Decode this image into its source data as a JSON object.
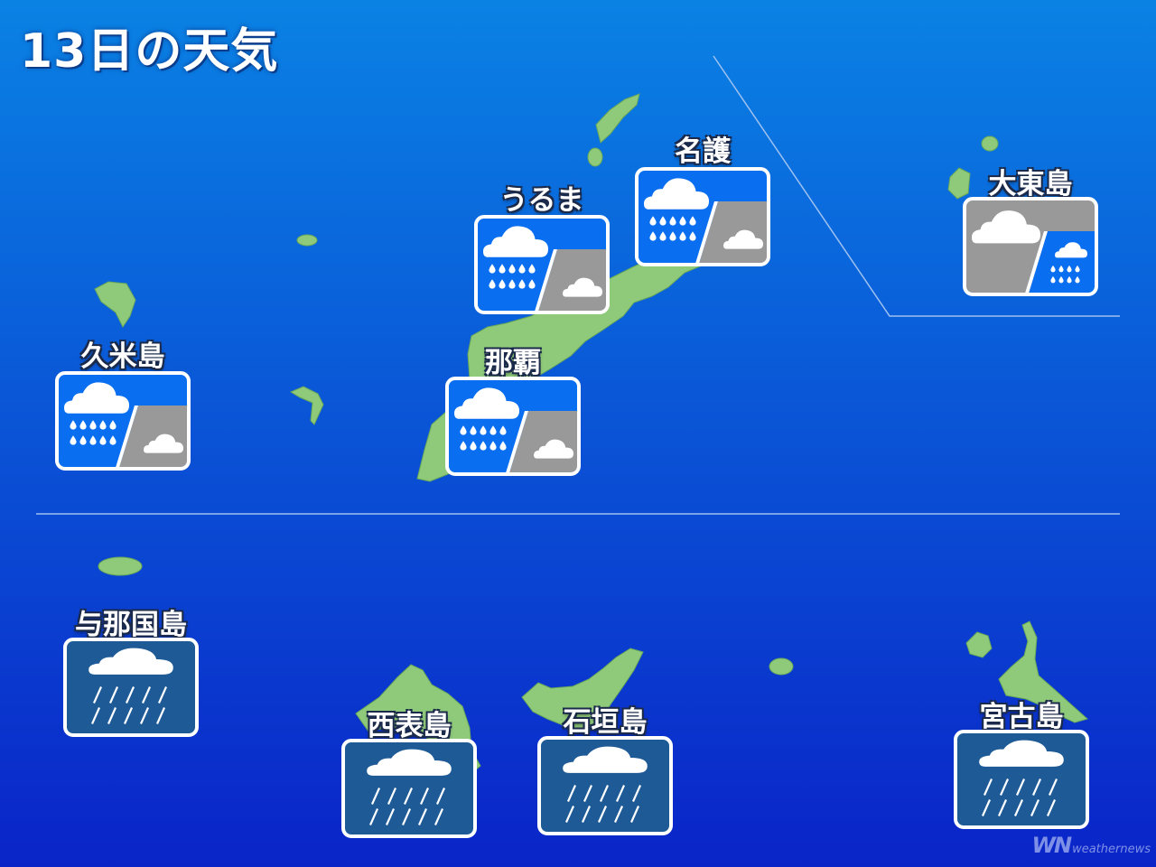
{
  "title": "13日の天気",
  "colors": {
    "sea_top": "#0a82e4",
    "sea_bottom": "#0a24c8",
    "land": "#8fc97a",
    "rain_blue": "#0a6ef0",
    "cloudy_gray": "#999999",
    "heavy_rain_navy": "#1e5a96"
  },
  "locations": [
    {
      "name": "名護",
      "weather": "rain-then-cloudy"
    },
    {
      "name": "うるま",
      "weather": "rain-then-cloudy"
    },
    {
      "name": "那覇",
      "weather": "rain-then-cloudy"
    },
    {
      "name": "久米島",
      "weather": "rain-then-cloudy"
    },
    {
      "name": "大東島",
      "weather": "cloudy-then-rain"
    },
    {
      "name": "与那国島",
      "weather": "heavy-rain"
    },
    {
      "name": "西表島",
      "weather": "heavy-rain"
    },
    {
      "name": "石垣島",
      "weather": "heavy-rain"
    },
    {
      "name": "宮古島",
      "weather": "heavy-rain"
    }
  ],
  "watermark": {
    "logo": "WN",
    "text": "weathernews"
  }
}
